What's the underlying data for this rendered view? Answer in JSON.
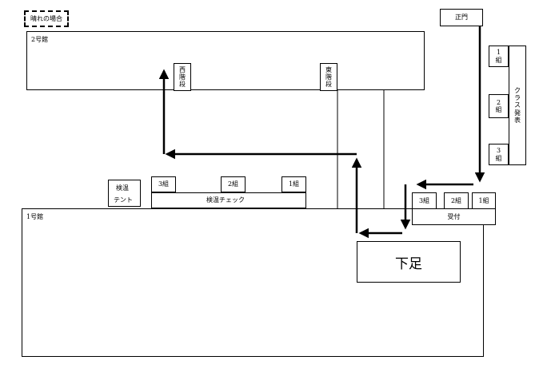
{
  "legend": {
    "label": "晴れの場合"
  },
  "buildings": {
    "building2": {
      "label": "2号館"
    },
    "building1": {
      "label": "1号館"
    }
  },
  "stairs": {
    "west": {
      "label": "西\n階\n段"
    },
    "east": {
      "label": "東\n階\n段"
    }
  },
  "main_gate": {
    "label": "正門"
  },
  "class_announcement": {
    "label": "ク\nラ\nス\n発\n表",
    "groups": [
      "1\n組",
      "2\n組",
      "3\n組"
    ]
  },
  "temperature_tent": {
    "label_line1": "検温",
    "label_line2": "テント"
  },
  "temperature_check": {
    "label": "検温チェック",
    "groups": [
      "3組",
      "2組",
      "1組"
    ]
  },
  "reception": {
    "label": "受付",
    "groups": [
      "3組",
      "2組",
      "1組"
    ]
  },
  "shoe_area": {
    "label": "下足"
  }
}
